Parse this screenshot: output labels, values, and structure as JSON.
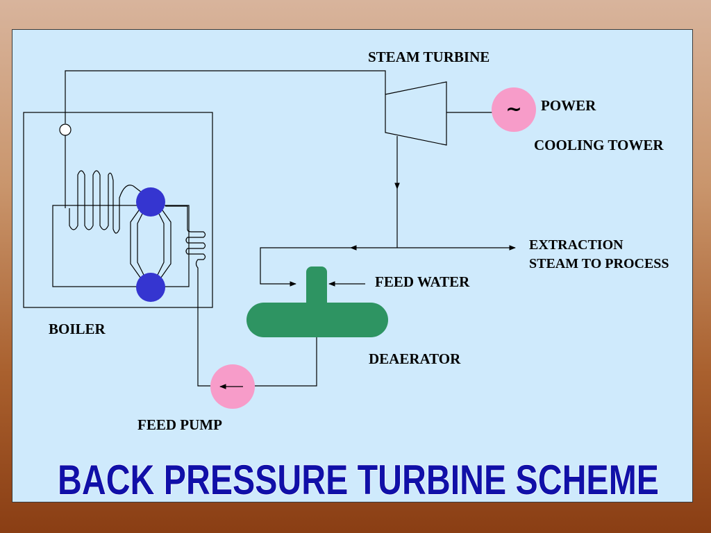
{
  "title": "BACK PRESSURE TURBINE SCHEME",
  "labels": {
    "steam_turbine": "STEAM TURBINE",
    "power": "POWER",
    "cooling_tower": "COOLING TOWER",
    "extraction_line1": "EXTRACTION",
    "extraction_line2": "STEAM TO PROCESS",
    "feed_water": "FEED WATER",
    "boiler": "BOILER",
    "deaerator": "DEAERATOR",
    "feed_pump": "FEED PUMP",
    "generator_symbol": "~"
  },
  "colors": {
    "background": "#cfeafc",
    "title_text": "#1010a8",
    "generator_pump_fill": "#f79cc9",
    "drum_fill": "#3535d0",
    "deaerator_fill": "#2e9462"
  }
}
